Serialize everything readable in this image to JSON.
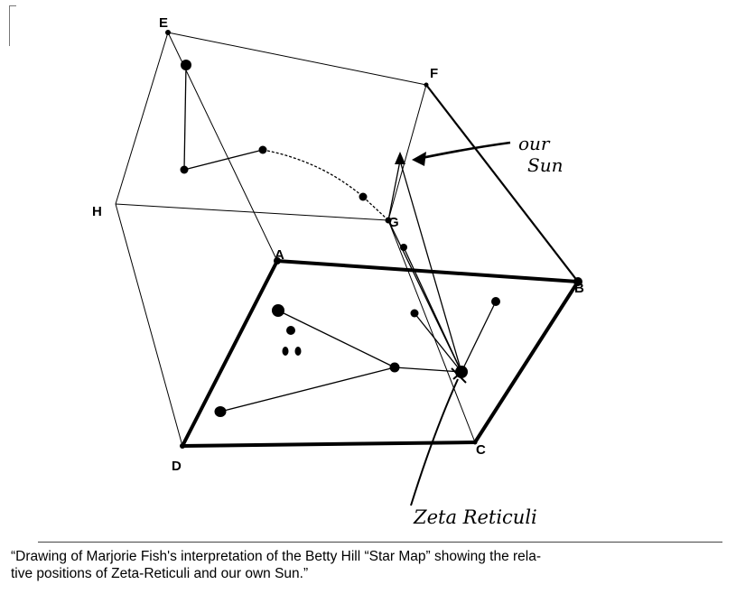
{
  "vertex_labels": {
    "E": "E",
    "F": "F",
    "H": "H",
    "G": "G",
    "A": "A",
    "B": "B",
    "C": "C",
    "D": "D"
  },
  "annotations": {
    "our_sun": "our Sun",
    "zeta_reticuli": "Zeta Reticuli"
  },
  "caption": {
    "line1": "“Drawing of Marjorie Fish's interpretation of the Betty Hill “Star Map” showing the rela-",
    "line2": "tive positions of Zeta-Reticuli and our own Sun.”"
  },
  "colors": {
    "ink": "#000000",
    "paper": "#ffffff"
  }
}
